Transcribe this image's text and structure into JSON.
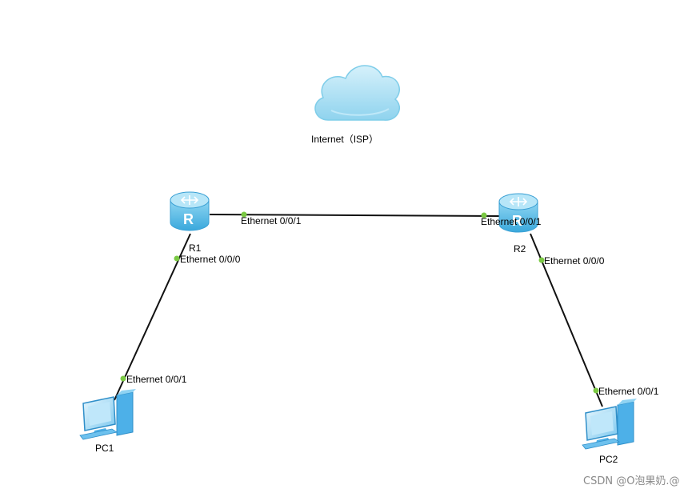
{
  "colors": {
    "link": "#111111",
    "port_dot": "#7ac943",
    "router_body": "#5bc0eb",
    "router_top": "#a8e2f7",
    "cloud_fill": "#a9e0f6",
    "cloud_shade": "#7fcde9",
    "pc_fill": "#4db0e8"
  },
  "cloud": {
    "label": "Internet（ISP）",
    "icon": "cloud-icon"
  },
  "routers": {
    "r1": {
      "label": "R1",
      "icon": "router-icon",
      "letter": "R"
    },
    "r2": {
      "label": "R2",
      "icon": "router-icon",
      "letter": "R"
    }
  },
  "pcs": {
    "pc1": {
      "label": "PC1",
      "icon": "pc-icon"
    },
    "pc2": {
      "label": "PC2",
      "icon": "pc-icon"
    }
  },
  "ports": {
    "r1_e001": "Ethernet 0/0/1",
    "r2_e001": "Ethernet 0/0/1",
    "r1_e000": "Ethernet 0/0/0",
    "r2_e000": "Ethernet 0/0/0",
    "pc1_e001": "Ethernet 0/0/1",
    "pc2_e001": "Ethernet 0/0/1"
  },
  "watermark": "CSDN @O泡果奶.@"
}
